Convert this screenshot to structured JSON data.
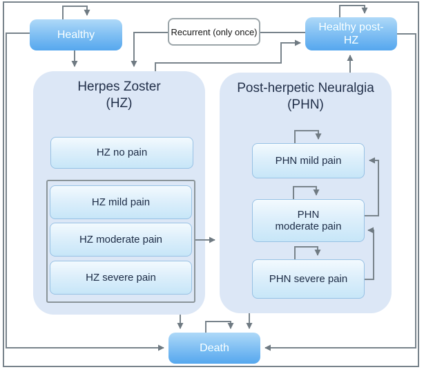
{
  "diagram": {
    "nodes": {
      "healthy": {
        "label": "Healthy"
      },
      "recurrent": {
        "label": "Recurrent (only once)"
      },
      "healthy_post_hz": {
        "label": "Healthy post-HZ"
      },
      "death": {
        "label": "Death"
      },
      "hz_container": {
        "title_line1": "Herpes Zoster",
        "title_line2": "(HZ)"
      },
      "phn_container": {
        "title_line1": "Post-herpetic Neuralgia",
        "title_line2": "(PHN)"
      },
      "hz_no_pain": {
        "label": "HZ no pain"
      },
      "hz_mild": {
        "label": "HZ mild pain"
      },
      "hz_moderate": {
        "label": "HZ moderate pain"
      },
      "hz_severe": {
        "label": "HZ severe pain"
      },
      "phn_mild": {
        "label": "PHN mild pain"
      },
      "phn_moderate": {
        "label": "PHN moderate pain"
      },
      "phn_severe": {
        "label": "PHN severe pain"
      }
    },
    "edges": [
      {
        "from": "healthy",
        "to": "healthy",
        "type": "self-loop"
      },
      {
        "from": "healthy",
        "to": "hz_container",
        "type": "arrow"
      },
      {
        "from": "healthy",
        "to": "death",
        "type": "arrow"
      },
      {
        "from": "recurrent",
        "to": "hz_container",
        "type": "arrow"
      },
      {
        "from": "recurrent",
        "to": "healthy_post_hz",
        "type": "line"
      },
      {
        "from": "hz_container",
        "to": "healthy_post_hz",
        "type": "arrow"
      },
      {
        "from": "hz_pain_group",
        "to": "phn_container",
        "type": "arrow"
      },
      {
        "from": "hz_container",
        "to": "death",
        "type": "arrow"
      },
      {
        "from": "phn_container",
        "to": "healthy_post_hz",
        "type": "arrow"
      },
      {
        "from": "phn_container",
        "to": "death",
        "type": "arrow"
      },
      {
        "from": "phn_mild",
        "to": "phn_mild",
        "type": "self-loop"
      },
      {
        "from": "phn_moderate",
        "to": "phn_moderate",
        "type": "self-loop"
      },
      {
        "from": "phn_severe",
        "to": "phn_severe",
        "type": "self-loop"
      },
      {
        "from": "phn_moderate",
        "to": "phn_mild",
        "type": "arrow"
      },
      {
        "from": "phn_severe",
        "to": "phn_moderate",
        "type": "arrow"
      },
      {
        "from": "healthy_post_hz",
        "to": "healthy_post_hz",
        "type": "self-loop"
      },
      {
        "from": "healthy_post_hz",
        "to": "death",
        "type": "arrow"
      },
      {
        "from": "death",
        "to": "death",
        "type": "self-loop"
      }
    ],
    "colors": {
      "node_blue_top": "#aed9f8",
      "node_blue_bottom": "#55a7ee",
      "state_box_top": "#f3fafe",
      "state_box_bottom": "#c7e6f8",
      "state_box_border": "#97c1e4",
      "container_fill": "#dce7f6",
      "wire_gray": "#78838b",
      "group_border_gray": "#8a9499",
      "text_dark": "#1b2a44",
      "text_white": "#ffffff"
    }
  }
}
